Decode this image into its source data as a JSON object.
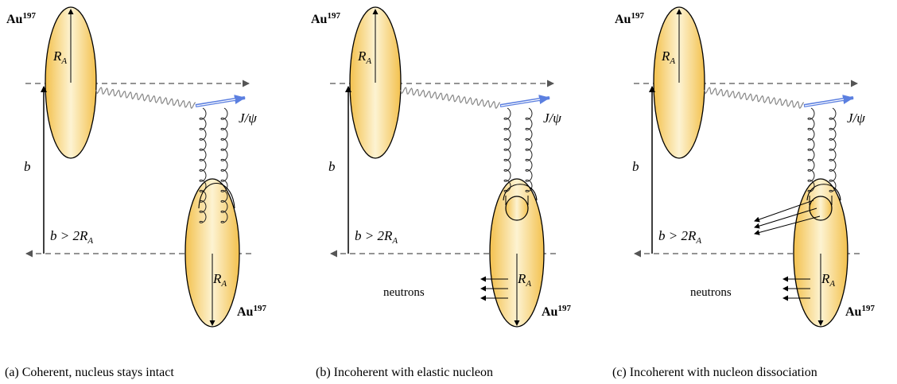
{
  "nucleus": {
    "base": "Au",
    "mass": "197"
  },
  "radius": {
    "symbol": "R",
    "subscript": "A"
  },
  "impact": {
    "symbol": "b",
    "condition_prefix": "b > 2R",
    "condition_subscript": "A"
  },
  "meson": "J/ψ",
  "neutrons_label": "neutrons",
  "panels": [
    {
      "caption": "(a) Coherent, nucleus stays intact",
      "nucleon_blob": false,
      "neutrons": false,
      "dissociation": false
    },
    {
      "caption": "(b) Incoherent with elastic nucleon",
      "nucleon_blob": true,
      "neutrons": true,
      "dissociation": false
    },
    {
      "caption": "(c) Incoherent with nucleon dissociation",
      "nucleon_blob": true,
      "neutrons": true,
      "dissociation": true
    }
  ],
  "colors": {
    "nucleus_light": "#fdf3d2",
    "nucleus_dark": "#f3c14e",
    "photon": "#888888",
    "meson_arrow": "#5b7fe0"
  }
}
